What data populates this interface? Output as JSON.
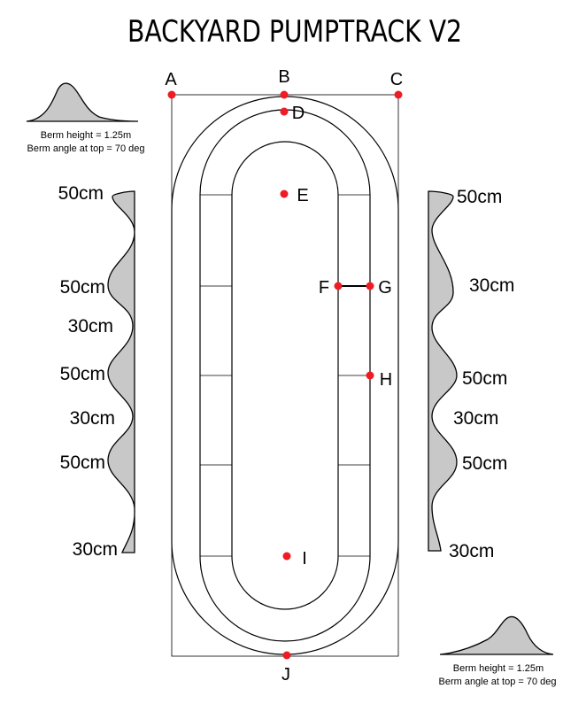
{
  "title": "BACKYARD PUMPTRACK V2",
  "points": {
    "A": "A",
    "B": "B",
    "C": "C",
    "D": "D",
    "E": "E",
    "F": "F",
    "G": "G",
    "H": "H",
    "I": "I",
    "J": "J"
  },
  "left_profile_labels": [
    "50cm",
    "50cm",
    "30cm",
    "50cm",
    "30cm",
    "50cm",
    "30cm"
  ],
  "right_profile_labels": [
    "50cm",
    "30cm",
    "50cm",
    "30cm",
    "50cm",
    "30cm"
  ],
  "berm_note_top": {
    "height": "Berm height = 1.25m",
    "angle": "Berm angle at top = 70 deg"
  },
  "berm_note_bottom": {
    "height": "Berm height = 1.25m",
    "angle": "Berm angle at top = 70 deg"
  },
  "colors": {
    "point": "#ee1c24",
    "profile_fill": "#c8c8c8",
    "line": "#000000"
  }
}
